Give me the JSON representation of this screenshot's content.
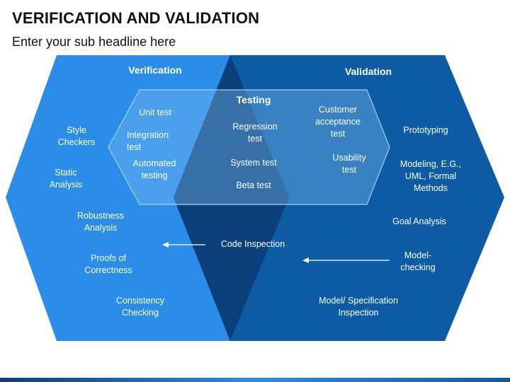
{
  "title": "VERIFICATION AND VALIDATION",
  "subtitle": "Enter your sub headline here",
  "colors": {
    "verification": "#2b8de8",
    "validation": "#0e5ba5",
    "intersection": "#0a3f7a",
    "testing_oval": "#7fc1f2",
    "text": "#ffffff"
  },
  "sections": {
    "verification": {
      "title": "Verification",
      "items": [
        [
          "Unit test"
        ],
        [
          "Integration",
          "test"
        ],
        [
          "Automated",
          "testing"
        ],
        [
          "Style",
          "Checkers"
        ],
        [
          "Static",
          "Analysis"
        ],
        [
          "Robustness",
          "Analysis"
        ],
        [
          "Proofs of",
          "Correctness"
        ],
        [
          "Consistency",
          "Checking"
        ]
      ]
    },
    "validation": {
      "title": "Validation",
      "items": [
        [
          "Customer",
          "acceptance",
          "test"
        ],
        [
          "Usability",
          "test"
        ],
        [
          "Prototyping"
        ],
        [
          "Modeling, E.G.,",
          "UML, Formal",
          "Methods"
        ],
        [
          "Goal Analysis"
        ],
        [
          "Model-",
          "checking"
        ],
        [
          "Model/ Specification",
          "Inspection"
        ]
      ]
    },
    "testing": {
      "title": "Testing",
      "items": [
        [
          "Regression",
          "test"
        ],
        [
          "System test"
        ],
        [
          "Beta test"
        ]
      ]
    },
    "center": {
      "items": [
        [
          "Code Inspection"
        ]
      ]
    }
  }
}
